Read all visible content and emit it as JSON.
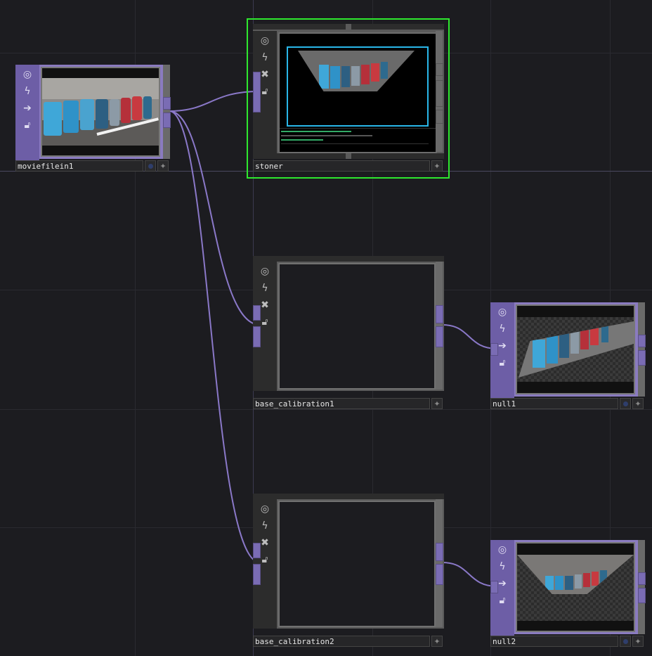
{
  "canvas": {
    "background": "#1c1c20",
    "wire_color": "#8a78c8"
  },
  "flags": [
    "viewer-active-icon",
    "bypass-icon",
    "cook-clear-icon",
    "lock-icon"
  ],
  "flags_purple": [
    "viewer-active-icon",
    "bypass-icon",
    "display-arrow-icon",
    "lock-icon"
  ],
  "nodes": {
    "moviefilein1": {
      "label": "moviefilein1"
    },
    "stoner": {
      "label": "stoner"
    },
    "base_calibration1": {
      "label": "base_calibration1"
    },
    "base_calibration2": {
      "label": "base_calibration2"
    },
    "null1": {
      "label": "null1"
    },
    "null2": {
      "label": "null2"
    }
  },
  "colors": {
    "selection": "#2ee82e",
    "highlight_cyan": "#29b6e8",
    "barrel_blue": "#3a8fc4",
    "barrel_red": "#c0303a"
  }
}
